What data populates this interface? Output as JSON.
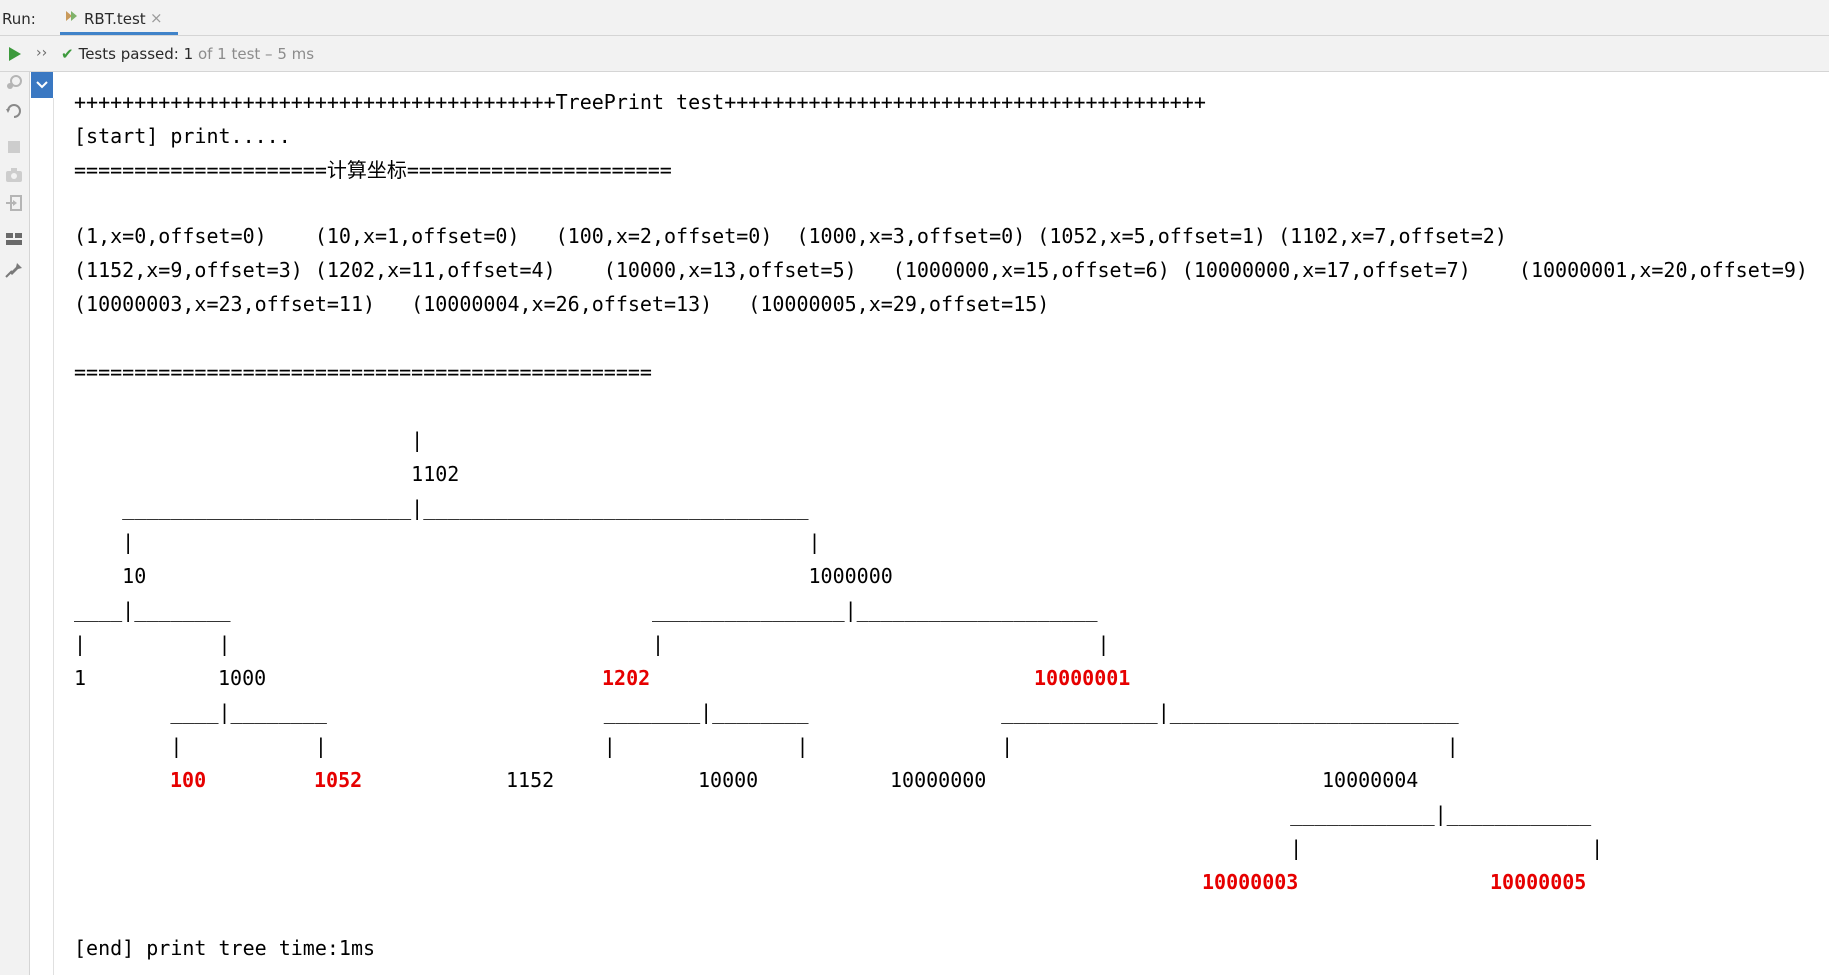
{
  "toolbar": {
    "run_label": "Run:",
    "tab_label": "RBT.test",
    "tab_close": "×"
  },
  "status": {
    "expand": "››",
    "check": "✔",
    "passed": "Tests passed: 1",
    "detail": " of 1 test – 5 ms"
  },
  "icons": {
    "rerun": "play-icon",
    "toggle_passed": "rerun-failed-icon",
    "toggle_auto": "auto-test-icon",
    "stop": "stop-icon",
    "snapshot": "camera-icon",
    "import": "import-icon",
    "layout": "layout-icon",
    "pin": "pin-icon",
    "collapse": "chevron-down-icon"
  },
  "colors": {
    "accent": "#4083c9",
    "passed": "#3d9a3d",
    "red_node": "#e60000"
  },
  "console": {
    "header": "++++++++++++++++++++++++++++++++++++++++TreePrint test++++++++++++++++++++++++++++++++++++++++",
    "start": "[start] print.....",
    "calc_prefix": "=====================",
    "calc_title": "计算坐标",
    "calc_suffix": "======================",
    "coords": [
      "(1,x=0,offset=0)    (10,x=1,offset=0)   (100,x=2,offset=0)  (1000,x=3,offset=0) (1052,x=5,offset=1) (1102,x=7,offset=2)",
      "(1152,x=9,offset=3) (1202,x=11,offset=4)    (10000,x=13,offset=5)   (1000000,x=15,offset=6) (10000000,x=17,offset=7)    (10000001,x=20,offset=9)",
      "(10000003,x=23,offset=11)   (10000004,x=26,offset=13)   (10000005,x=29,offset=15)"
    ],
    "separator": "================================================",
    "tree": {
      "root_pipe": "                            |",
      "root_val": "                            1102",
      "l1_branch": "    ________________________|________________________________",
      "l1_pipes": "    |                                                        |",
      "l1_vals": "    10                                                       1000000",
      "l2_branch": "____|________                                   ________________|____________________",
      "l2_pipes": "|           |                                   |                                    |",
      "l2_val_1": "1",
      "l2_val_1000": "1000",
      "l2_val_1202": "1202",
      "l2_val_10000001": "10000001",
      "l3_branch": "        ____|________                       ________|________                _____________|________________________",
      "l3_pipes": "        |           |                       |               |                |                                    |",
      "l3_val_100": "100",
      "l3_val_1052": "1052",
      "l3_val_1152": "1152",
      "l3_val_10000": "10000",
      "l3_val_10000000": "10000000",
      "l3_val_10000004": "10000004",
      "l4_branch": "                                                                                                     ____________|____________",
      "l4_pipes": "                                                                                                     |                        |",
      "l4_val_10000003": "10000003",
      "l4_val_10000005": "10000005"
    },
    "end": "[end] print tree time:1ms"
  }
}
